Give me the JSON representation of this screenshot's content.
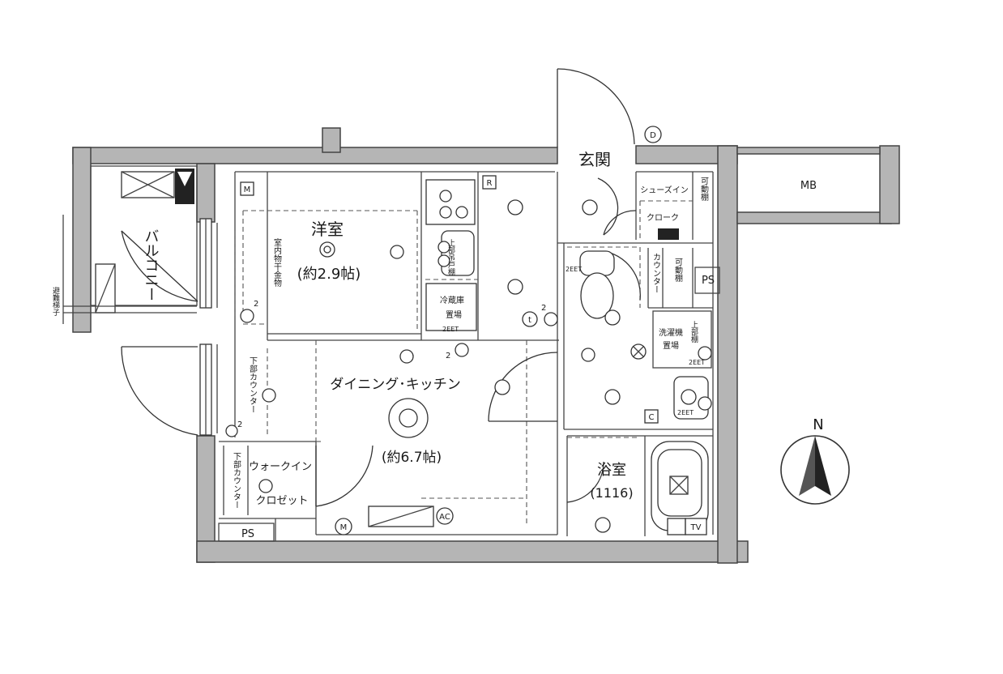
{
  "rooms": {
    "western_room": "洋室",
    "western_room_size": "(約2.9帖)",
    "dining_kitchen": "ダイニング･キッチン",
    "dining_kitchen_size": "(約6.7帖)",
    "entrance": "玄関",
    "bathroom": "浴室",
    "bathroom_size": "(1116)",
    "balcony": "バルコニー",
    "walkin_closet_line1": "ウォークイン",
    "walkin_closet_line2": "クロゼット",
    "shoes_in_cloak_line1": "シューズイン",
    "shoes_in_cloak_line2": "クローク",
    "fridge_space_line1": "冷蔵庫",
    "fridge_space_line2": "置場",
    "washer_space_line1": "洗濯機",
    "washer_space_line2": "置場"
  },
  "fixtures": {
    "indoor_drying": "室内物干金物",
    "lower_counter_1": "下部カウンター",
    "lower_counter_2": "下部カウンター",
    "counter": "カウンター",
    "movable_shelf_1": "可動棚",
    "movable_shelf_2": "可動棚",
    "upper_cupboard": "上部吊戸棚",
    "upper_shelf": "上部棚",
    "escape_ladder": "避難梯子",
    "mb": "MB",
    "ps_1": "PS",
    "ps_2": "PS",
    "tv": "TV"
  },
  "symbols": {
    "m1": "M",
    "m2": "M",
    "r": "R",
    "c": "C",
    "d": "D",
    "ac": "AC",
    "t": "t",
    "two_a": "2",
    "two_b": "2",
    "two_c": "2",
    "two_d": "2",
    "eet_1": "2EET",
    "eet_2": "2EET",
    "eet_3": "2EET",
    "eet_4": "2EET"
  },
  "compass": {
    "north_label": "N"
  }
}
